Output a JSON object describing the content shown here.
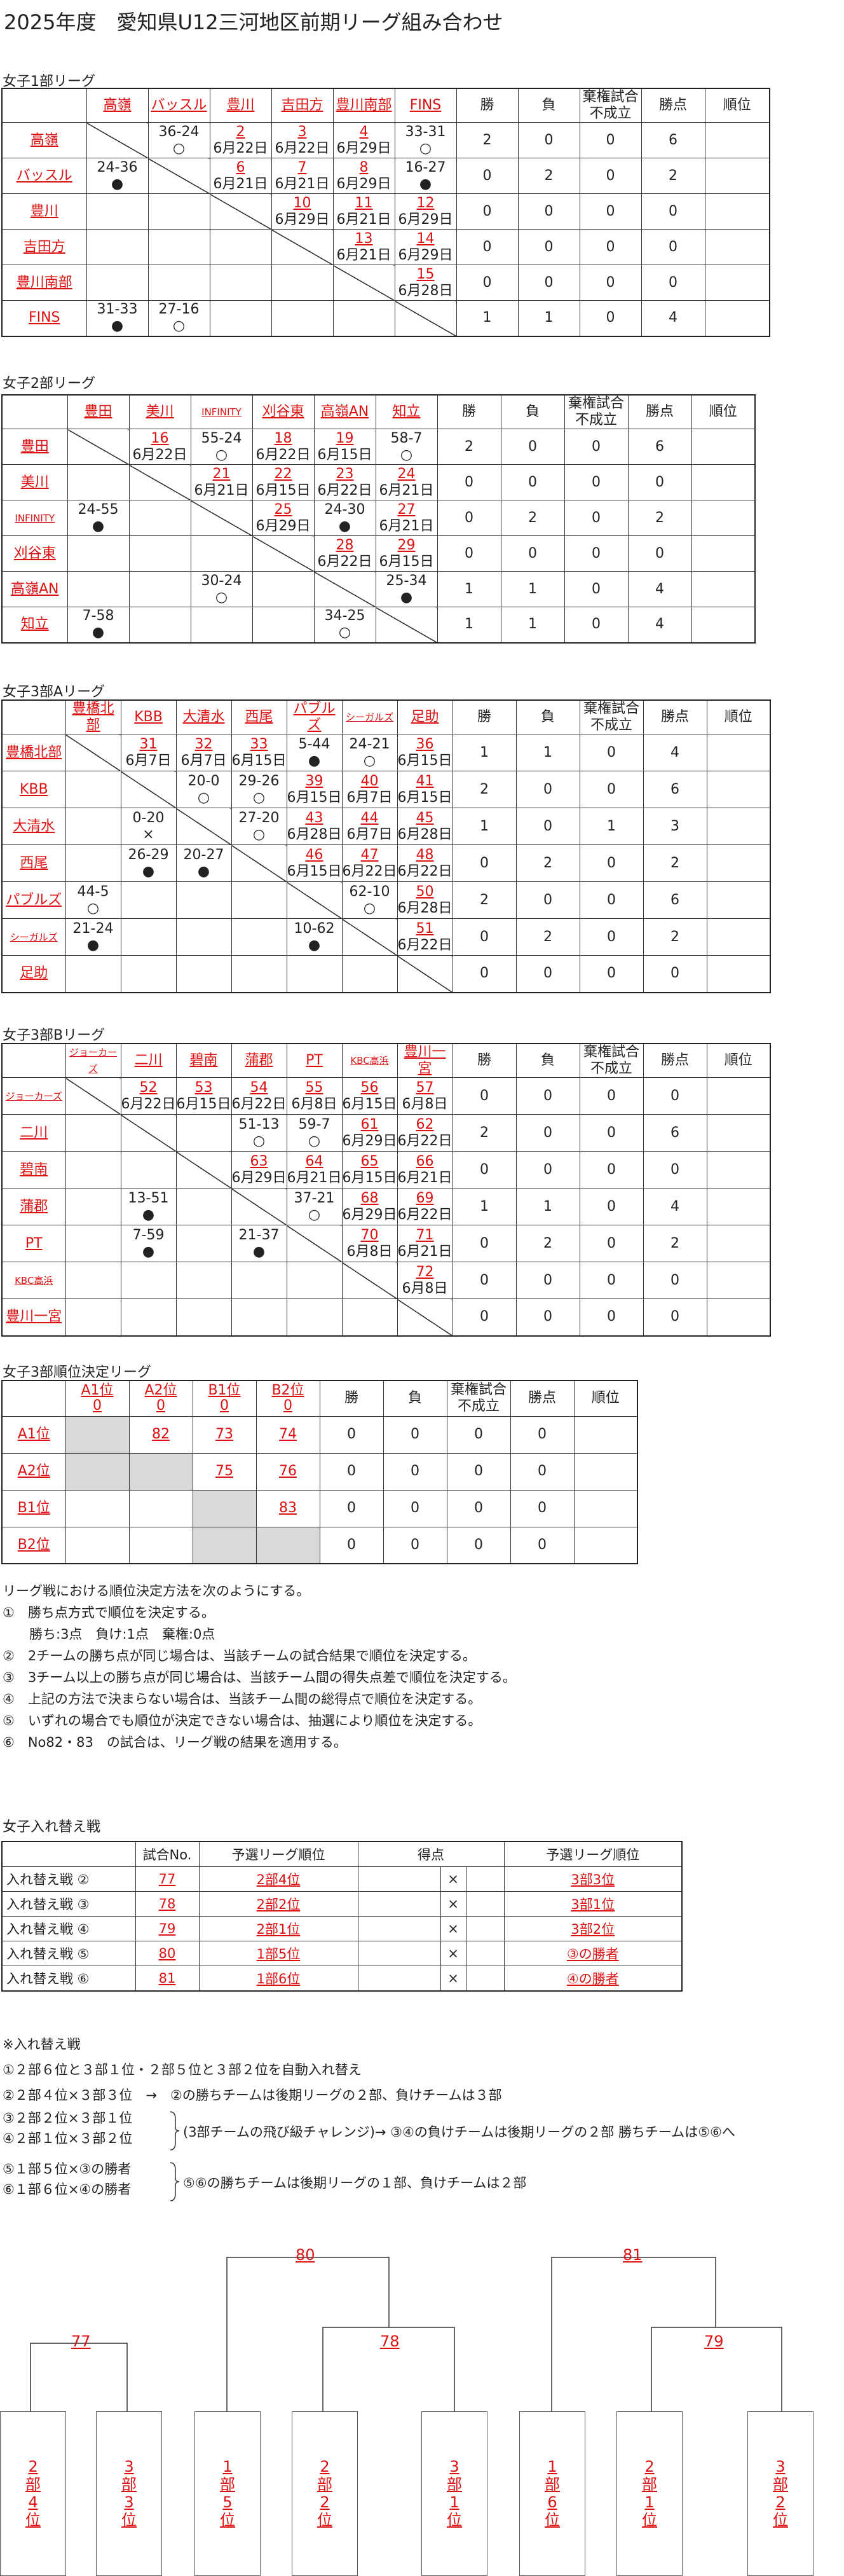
{
  "title": "2025年度　愛知県U12三河地区前期リーグ組み合わせ",
  "col_headers": {
    "win": "勝",
    "loss": "負",
    "forfeit": "棄権試合不成立",
    "points": "勝点",
    "rank": "順位"
  },
  "league1": {
    "title": "女子1部リーグ",
    "teams": [
      "高嶺",
      "バッスル",
      "豊川",
      "吉田方",
      "豊川南部",
      "FINS"
    ],
    "rows": [
      {
        "name": "高嶺",
        "win": "2",
        "loss": "0",
        "ff": "0",
        "pts": "6"
      },
      {
        "name": "バッスル",
        "win": "0",
        "loss": "2",
        "ff": "0",
        "pts": "2"
      },
      {
        "name": "豊川",
        "win": "0",
        "loss": "0",
        "ff": "0",
        "pts": "0"
      },
      {
        "name": "吉田方",
        "win": "0",
        "loss": "0",
        "ff": "0",
        "pts": "0"
      },
      {
        "name": "豊川南部",
        "win": "0",
        "loss": "0",
        "ff": "0",
        "pts": "0"
      },
      {
        "name": "FINS",
        "win": "1",
        "loss": "1",
        "ff": "0",
        "pts": "4"
      }
    ],
    "cells": {
      "0-1": {
        "score": "36-24",
        "mark": "○"
      },
      "0-2": {
        "num": "2",
        "date": "6月22日"
      },
      "0-3": {
        "num": "3",
        "date": "6月22日"
      },
      "0-4": {
        "num": "4",
        "date": "6月29日"
      },
      "0-5": {
        "score": "33-31",
        "mark": "○"
      },
      "1-0": {
        "score": "24-36",
        "mark": "●"
      },
      "1-2": {
        "num": "6",
        "date": "6月21日"
      },
      "1-3": {
        "num": "7",
        "date": "6月21日"
      },
      "1-4": {
        "num": "8",
        "date": "6月29日"
      },
      "1-5": {
        "score": "16-27",
        "mark": "●"
      },
      "2-3": {
        "num": "10",
        "date": "6月29日"
      },
      "2-4": {
        "num": "11",
        "date": "6月21日"
      },
      "2-5": {
        "num": "12",
        "date": "6月29日"
      },
      "3-4": {
        "num": "13",
        "date": "6月21日"
      },
      "3-5": {
        "num": "14",
        "date": "6月29日"
      },
      "4-5": {
        "num": "15",
        "date": "6月28日"
      },
      "5-0": {
        "score": "31-33",
        "mark": "●"
      },
      "5-1": {
        "score": "27-16",
        "mark": "○"
      }
    }
  },
  "league2": {
    "title": "女子2部リーグ",
    "teams": [
      "豊田",
      "美川",
      "INFINITY",
      "刈谷東",
      "高嶺AN",
      "知立"
    ],
    "rows": [
      {
        "name": "豊田",
        "win": "2",
        "loss": "0",
        "ff": "0",
        "pts": "6"
      },
      {
        "name": "美川",
        "win": "0",
        "loss": "0",
        "ff": "0",
        "pts": "0"
      },
      {
        "name": "INFINITY",
        "win": "0",
        "loss": "2",
        "ff": "0",
        "pts": "2"
      },
      {
        "name": "刈谷東",
        "win": "0",
        "loss": "0",
        "ff": "0",
        "pts": "0"
      },
      {
        "name": "高嶺AN",
        "win": "1",
        "loss": "1",
        "ff": "0",
        "pts": "4"
      },
      {
        "name": "知立",
        "win": "1",
        "loss": "1",
        "ff": "0",
        "pts": "4"
      }
    ],
    "cells": {
      "0-1": {
        "num": "16",
        "date": "6月22日"
      },
      "0-2": {
        "score": "55-24",
        "mark": "○"
      },
      "0-3": {
        "num": "18",
        "date": "6月22日"
      },
      "0-4": {
        "num": "19",
        "date": "6月15日"
      },
      "0-5": {
        "score": "58-7",
        "mark": "○"
      },
      "1-2": {
        "num": "21",
        "date": "6月21日"
      },
      "1-3": {
        "num": "22",
        "date": "6月15日"
      },
      "1-4": {
        "num": "23",
        "date": "6月22日"
      },
      "1-5": {
        "num": "24",
        "date": "6月21日"
      },
      "2-0": {
        "score": "24-55",
        "mark": "●"
      },
      "2-3": {
        "num": "25",
        "date": "6月29日"
      },
      "2-4": {
        "score": "24-30",
        "mark": "●"
      },
      "2-5": {
        "num": "27",
        "date": "6月21日"
      },
      "3-4": {
        "num": "28",
        "date": "6月22日"
      },
      "3-5": {
        "num": "29",
        "date": "6月15日"
      },
      "4-2": {
        "score": "30-24",
        "mark": "○"
      },
      "4-5": {
        "score": "25-34",
        "mark": "●"
      },
      "5-0": {
        "score": "7-58",
        "mark": "●"
      },
      "5-4": {
        "score": "34-25",
        "mark": "○"
      }
    }
  },
  "league3a": {
    "title": "女子3部Aリーグ",
    "teams": [
      "豊橋北部",
      "KBB",
      "大清水",
      "西尾",
      "パブルズ",
      "シーガルズ",
      "足助"
    ],
    "rows": [
      {
        "name": "豊橋北部",
        "win": "1",
        "loss": "1",
        "ff": "0",
        "pts": "4"
      },
      {
        "name": "KBB",
        "win": "2",
        "loss": "0",
        "ff": "0",
        "pts": "6"
      },
      {
        "name": "大清水",
        "win": "1",
        "loss": "0",
        "ff": "1",
        "pts": "3"
      },
      {
        "name": "西尾",
        "win": "0",
        "loss": "2",
        "ff": "0",
        "pts": "2"
      },
      {
        "name": "パブルズ",
        "win": "2",
        "loss": "0",
        "ff": "0",
        "pts": "6"
      },
      {
        "name": "シーガルズ",
        "win": "0",
        "loss": "2",
        "ff": "0",
        "pts": "2"
      },
      {
        "name": "足助",
        "win": "0",
        "loss": "0",
        "ff": "0",
        "pts": "0"
      }
    ],
    "cells": {
      "0-1": {
        "num": "31",
        "date": "6月7日"
      },
      "0-2": {
        "num": "32",
        "date": "6月7日"
      },
      "0-3": {
        "num": "33",
        "date": "6月15日"
      },
      "0-4": {
        "score": "5-44",
        "mark": "●"
      },
      "0-5": {
        "score": "24-21",
        "mark": "○"
      },
      "0-6": {
        "num": "36",
        "date": "6月15日"
      },
      "1-2": {
        "score": "20-0",
        "mark": "○"
      },
      "1-3": {
        "score": "29-26",
        "mark": "○"
      },
      "1-4": {
        "num": "39",
        "date": "6月15日"
      },
      "1-5": {
        "num": "40",
        "date": "6月7日"
      },
      "1-6": {
        "num": "41",
        "date": "6月15日"
      },
      "2-1": {
        "score": "0-20",
        "mark": "×"
      },
      "2-3": {
        "score": "27-20",
        "mark": "○"
      },
      "2-4": {
        "num": "43",
        "date": "6月28日"
      },
      "2-5": {
        "num": "44",
        "date": "6月7日"
      },
      "2-6": {
        "num": "45",
        "date": "6月28日"
      },
      "3-1": {
        "score": "26-29",
        "mark": "●"
      },
      "3-2": {
        "score": "20-27",
        "mark": "●"
      },
      "3-4": {
        "num": "46",
        "date": "6月15日"
      },
      "3-5": {
        "num": "47",
        "date": "6月22日"
      },
      "3-6": {
        "num": "48",
        "date": "6月22日"
      },
      "4-0": {
        "score": "44-5",
        "mark": "○"
      },
      "4-5": {
        "score": "62-10",
        "mark": "○"
      },
      "4-6": {
        "num": "50",
        "date": "6月28日"
      },
      "5-0": {
        "score": "21-24",
        "mark": "●"
      },
      "5-4": {
        "score": "10-62",
        "mark": "●"
      },
      "5-6": {
        "num": "51",
        "date": "6月22日"
      }
    }
  },
  "league3b": {
    "title": "女子3部Bリーグ",
    "teams": [
      "ジョーカーズ",
      "二川",
      "碧南",
      "蒲郡",
      "PT",
      "KBC高浜",
      "豊川一宮"
    ],
    "rows": [
      {
        "name": "ジョーカーズ",
        "win": "0",
        "loss": "0",
        "ff": "0",
        "pts": "0"
      },
      {
        "name": "二川",
        "win": "2",
        "loss": "0",
        "ff": "0",
        "pts": "6"
      },
      {
        "name": "碧南",
        "win": "0",
        "loss": "0",
        "ff": "0",
        "pts": "0"
      },
      {
        "name": "蒲郡",
        "win": "1",
        "loss": "1",
        "ff": "0",
        "pts": "4"
      },
      {
        "name": "PT",
        "win": "0",
        "loss": "2",
        "ff": "0",
        "pts": "2"
      },
      {
        "name": "KBC高浜",
        "win": "0",
        "loss": "0",
        "ff": "0",
        "pts": "0"
      },
      {
        "name": "豊川一宮",
        "win": "0",
        "loss": "0",
        "ff": "0",
        "pts": "0"
      }
    ],
    "cells": {
      "0-1": {
        "num": "52",
        "date": "6月22日"
      },
      "0-2": {
        "num": "53",
        "date": "6月15日"
      },
      "0-3": {
        "num": "54",
        "date": "6月22日"
      },
      "0-4": {
        "num": "55",
        "date": "6月8日"
      },
      "0-5": {
        "num": "56",
        "date": "6月15日"
      },
      "0-6": {
        "num": "57",
        "date": "6月8日"
      },
      "1-3": {
        "score": "51-13",
        "mark": "○"
      },
      "1-4": {
        "score": "59-7",
        "mark": "○"
      },
      "1-5": {
        "num": "61",
        "date": "6月29日"
      },
      "1-6": {
        "num": "62",
        "date": "6月22日"
      },
      "2-3": {
        "num": "63",
        "date": "6月29日"
      },
      "2-4": {
        "num": "64",
        "date": "6月21日"
      },
      "2-5": {
        "num": "65",
        "date": "6月15日"
      },
      "2-6": {
        "num": "66",
        "date": "6月21日"
      },
      "3-1": {
        "score": "13-51",
        "mark": "●"
      },
      "3-4": {
        "score": "37-21",
        "mark": "○"
      },
      "3-5": {
        "num": "68",
        "date": "6月29日"
      },
      "3-6": {
        "num": "69",
        "date": "6月22日"
      },
      "4-1": {
        "score": "7-59",
        "mark": "●"
      },
      "4-3": {
        "score": "21-37",
        "mark": "●"
      },
      "4-5": {
        "num": "70",
        "date": "6月8日"
      },
      "4-6": {
        "num": "71",
        "date": "6月21日"
      },
      "5-6": {
        "num": "72",
        "date": "6月8日"
      }
    }
  },
  "league3rank": {
    "title": "女子3部順位決定リーグ",
    "teams": [
      "A1位",
      "A2位",
      "B1位",
      "B2位"
    ],
    "team_hdr_sub": [
      "0",
      "0",
      "0",
      "0"
    ],
    "rows": [
      {
        "name": "A1位",
        "win": "0",
        "loss": "0",
        "ff": "0",
        "pts": "0"
      },
      {
        "name": "A2位",
        "win": "0",
        "loss": "0",
        "ff": "0",
        "pts": "0"
      },
      {
        "name": "B1位",
        "win": "0",
        "loss": "0",
        "ff": "0",
        "pts": "0"
      },
      {
        "name": "B2位",
        "win": "0",
        "loss": "0",
        "ff": "0",
        "pts": "0"
      }
    ],
    "cells": {
      "0-1": {
        "numonly": "82"
      },
      "0-2": {
        "numonly": "73"
      },
      "0-3": {
        "numonly": "74"
      },
      "1-2": {
        "numonly": "75"
      },
      "1-3": {
        "numonly": "76"
      },
      "2-3": {
        "numonly": "83"
      }
    }
  },
  "rules": [
    "リーグ戦における順位決定方法を次のようにする。",
    "①　勝ち点方式で順位を決定する。",
    "　　勝ち:3点　負け:1点　棄権:0点",
    "②　2チームの勝ち点が同じ場合は、当該チームの試合結果で順位を決定する。",
    "③　3チーム以上の勝ち点が同じ場合は、当該チーム間の得失点差で順位を決定する。",
    "④　上記の方法で決まらない場合は、当該チーム間の総得点で順位を決定する。",
    "⑤　いずれの場合でも順位が決定できない場合は、抽選により順位を決定する。",
    "⑥　No82・83　の試合は、リーグ戦の結果を適用する。"
  ],
  "exchange": {
    "title": "女子入れ替え戦",
    "headers": [
      "",
      "試合No.",
      "予選リーグ順位",
      "得点",
      "",
      "",
      "予選リーグ順位"
    ],
    "rows": [
      {
        "label": "入れ替え戦 ②",
        "no": "77",
        "a": "2部4位",
        "x": "×",
        "b": "3部3位"
      },
      {
        "label": "入れ替え戦 ③",
        "no": "78",
        "a": "2部2位",
        "x": "×",
        "b": "3部1位"
      },
      {
        "label": "入れ替え戦 ④",
        "no": "79",
        "a": "2部1位",
        "x": "×",
        "b": "3部2位"
      },
      {
        "label": "入れ替え戦 ⑤",
        "no": "80",
        "a": "1部5位",
        "x": "×",
        "b": "③の勝者"
      },
      {
        "label": "入れ替え戦 ⑥",
        "no": "81",
        "a": "1部6位",
        "x": "×",
        "b": "④の勝者"
      }
    ],
    "score_header": "得点"
  },
  "notes": {
    "title": "※入れ替え戦",
    "line1": "①２部６位と３部１位・２部５位と３部２位を自動入れ替え",
    "line2": "②２部４位×３部３位　→　②の勝ちチームは後期リーグの２部、負けチームは３部",
    "line3a": "③２部２位×３部１位",
    "line3b": "④２部１位×３部２位",
    "brace1": "(3部チームの飛び級チャレンジ)→ ③④の負けチームは後期リーグの２部 勝ちチームは⑤⑥へ",
    "line4a": "⑤１部５位×③の勝者",
    "line4b": "⑥１部６位×④の勝者",
    "brace2": "⑤⑥の勝ちチームは後期リーグの１部、負けチームは２部"
  },
  "bracket": {
    "nums": [
      "80",
      "81",
      "77",
      "78",
      "79"
    ],
    "boxes": [
      "2部4位",
      "3部3位",
      "1部5位",
      "2部2位",
      "3部1位",
      "1部6位",
      "2部1位",
      "3部2位"
    ]
  }
}
